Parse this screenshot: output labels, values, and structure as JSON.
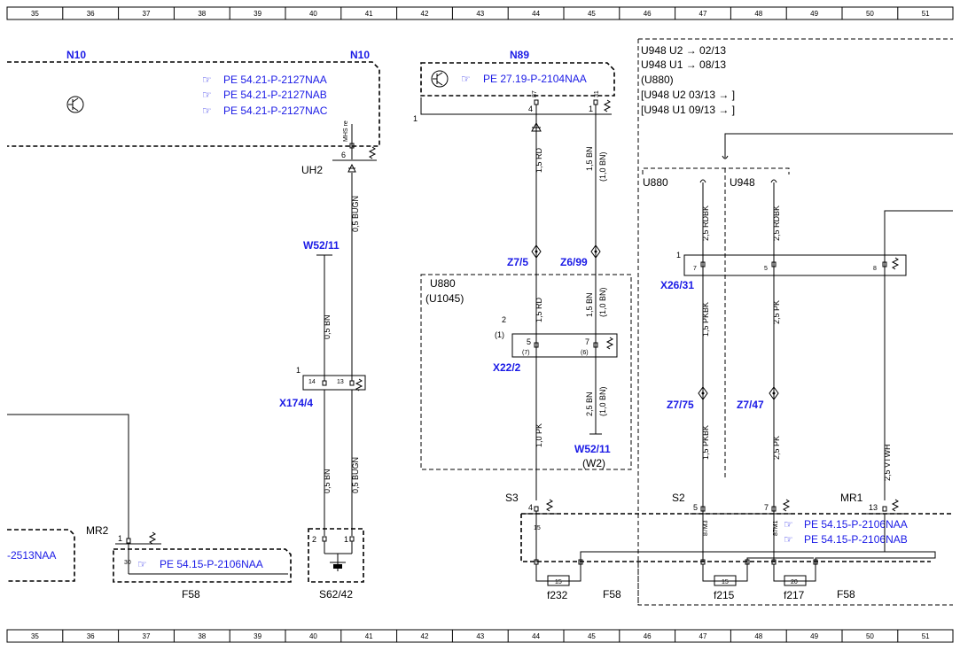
{
  "ruler": {
    "numbers": [
      "35",
      "36",
      "37",
      "38",
      "39",
      "40",
      "41",
      "42",
      "43",
      "44",
      "45",
      "46",
      "47",
      "48",
      "49",
      "50",
      "51"
    ]
  },
  "components": {
    "n10_left": "N10",
    "n10_right": "N10",
    "n89": "N89",
    "w52_11_top": "W52/11",
    "w52_11_bottom": "W52/11",
    "w2": "(W2)",
    "x174_4": "X174/4",
    "z7_5": "Z7/5",
    "z6_99": "Z6/99",
    "x22_2": "X22/2",
    "x26_31": "X26/31",
    "z7_75": "Z7/75",
    "z7_47": "Z7/47",
    "s62_42": "S62/42",
    "f58_left": "F58",
    "f58_mid": "F58",
    "f58_right": "F58",
    "f232": "f232",
    "f215": "f215",
    "f217": "f217",
    "uh2": "UH2",
    "mr2": "MR2",
    "mr1": "MR1",
    "s3": "S3",
    "s2": "S2"
  },
  "references": {
    "n10_1": "PE 54.21-P-2127NAA",
    "n10_2": "PE 54.21-P-2127NAB",
    "n10_3": "PE 54.21-P-2127NAC",
    "n89": "PE 27.19-P-2104NAA",
    "f58_left": "PE 54.15-P-2106NAA",
    "left_edge": "-2513NAA",
    "f58_right_1": "PE 54.15-P-2106NAA",
    "f58_right_2": "PE 54.15-P-2106NAB"
  },
  "variants": {
    "line1": "U948  U2 → 02/13",
    "line2": "U948  U1 → 08/13",
    "line3": "(U880)",
    "line4": "[U948  U2  03/13 → ]",
    "line5": "[U948  U1  09/13 → ]",
    "u880_branch": "U880",
    "u948_branch": "U948",
    "u880_box": "U880",
    "u1045_box": "(U1045)"
  },
  "wires": {
    "bugn_top": "0,5 BUGN",
    "bn_w52": "0,5 BN",
    "bn_lower": "0,5 BN",
    "bugn_lower": "0,5 BUGN",
    "rd_top": "1,5 RD",
    "bn_top": "1,5 BN",
    "bn_top_alt": "(1,0 BN)",
    "rd_mid": "1,5 RD",
    "bn_mid": "1,5 BN",
    "bn_mid_alt": "(1,0 BN)",
    "bn_low": "2,5 BN",
    "bn_low_alt": "(1,0 BN)",
    "pk_low": "1,0 PK",
    "rdbk_1": "2,5 RDBK",
    "rdbk_2": "2,5 RDBK",
    "pkbk_1": "1,5 PKBK",
    "pk_1": "2,5 PK",
    "pkbk_2": "1,5 PKBK",
    "pk_2": "2,5 PK",
    "vtwh": "2,5 VTWH"
  },
  "pins": {
    "mhs_re": "MHS re",
    "pin6": "6",
    "pin87": "87",
    "pin31": "31",
    "pin4_n89": "4",
    "pin1_n89": "1",
    "n89_conn": "1",
    "x174_conn": "1",
    "pin14": "14",
    "pin13": "13",
    "x22_conn": "2",
    "x22_alt": "(1)",
    "pin5": "5",
    "pin5_alt": "(7)",
    "pin7": "7",
    "pin7_alt": "(6)",
    "x26_conn": "1",
    "pin7_x26": "7",
    "pin5_x26": "5",
    "pin8_x26": "8",
    "mr2_pin": "1",
    "pin30": "30",
    "s62_pin2": "2",
    "s62_pin1": "1",
    "s3_pin": "4",
    "s3_15": "15",
    "s2_5": "5",
    "s2_7": "7",
    "mr1_13": "13",
    "m3_1": "87M3",
    "m1_1": "87M1",
    "fuse15a": "15",
    "fuse15b": "15",
    "fuse20": "20"
  },
  "colors": {
    "reference_blue": "#1a1ae6",
    "line": "#000000"
  }
}
